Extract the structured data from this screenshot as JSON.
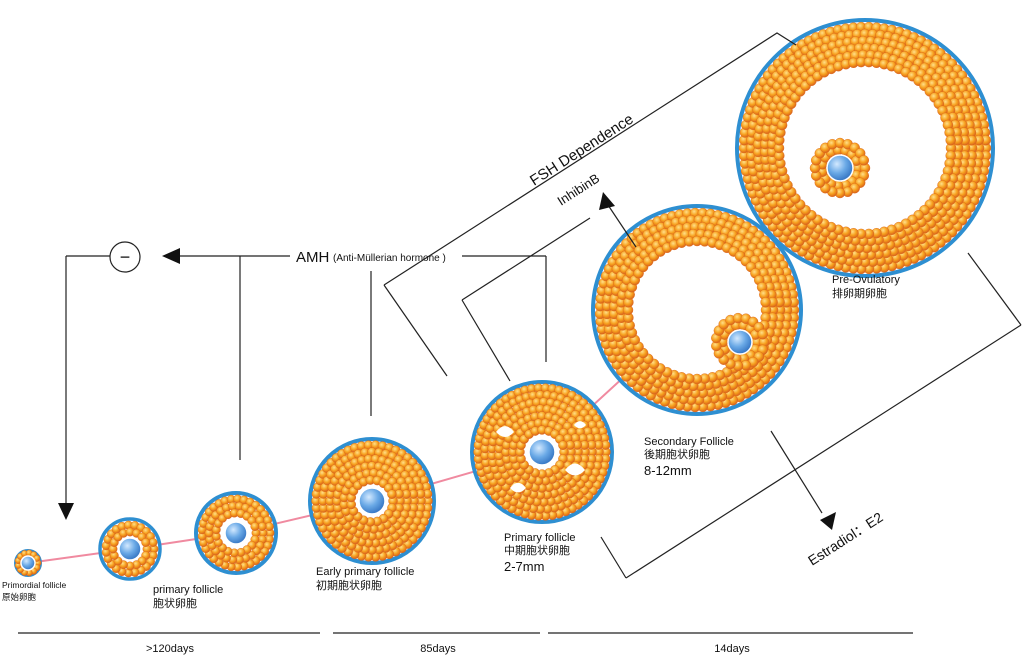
{
  "stages": [
    {
      "en": "Primordial   follicle",
      "zh": "原始卵胞",
      "size": ""
    },
    {
      "en": "primary     follicle",
      "zh": "胞状卵胞",
      "size": ""
    },
    {
      "en": "Early    primary     follicle",
      "zh": "初期胞状卵胞",
      "size": ""
    },
    {
      "en": "Primary    follicle",
      "zh": "中期胞状卵胞",
      "size": "2-7mm"
    },
    {
      "en": "Secondary   Follicle",
      "zh": "後期胞状卵胞",
      "size": "8-12mm"
    },
    {
      "en": "Pre-Ovulatory",
      "zh": "排卵期卵胞",
      "size": ""
    }
  ],
  "hormones": {
    "amh_main": "AMH",
    "amh_full": "(Anti-Müllerian hormone )",
    "inhibit_symbol": "−",
    "fsh": "FSH    Dependence",
    "inhibin": "InhibinB",
    "estradiol": "Estradiol：E2"
  },
  "timeline": [
    {
      "label": ">120days"
    },
    {
      "label": "85days"
    },
    {
      "label": "14days"
    }
  ],
  "colors": {
    "granulosa": "#f4a020",
    "granulosa_light": "#ffd27a",
    "granulosa_dark": "#d9631a",
    "follicle_border": "#2e8fd1",
    "oocyte": "#5b9fe0",
    "oocyte_light": "#c8e2fb",
    "connector": "#f08aa0",
    "line": "#222222"
  }
}
